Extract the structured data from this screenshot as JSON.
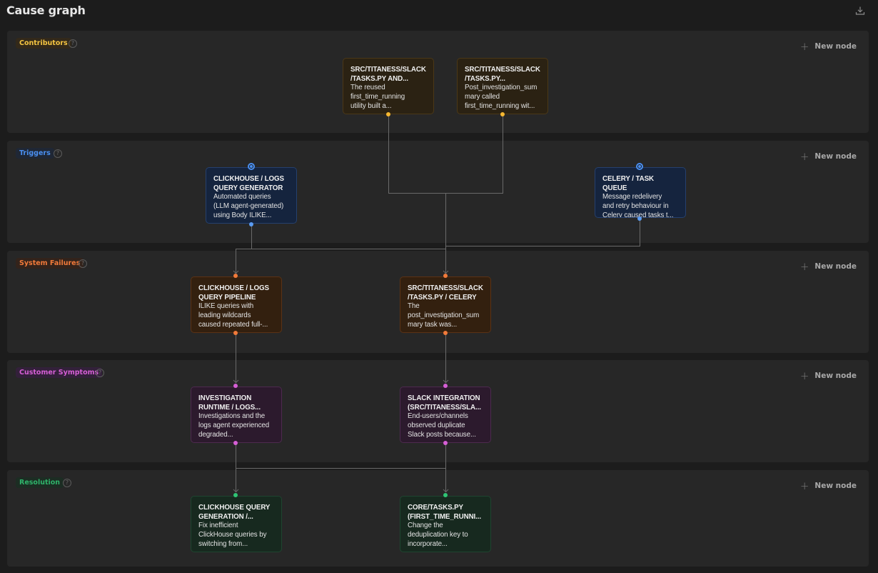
{
  "header": {
    "title": "Cause graph",
    "download_icon": "download-icon"
  },
  "colors": {
    "contributors": "#f5c542",
    "triggers": "#4a8ff0",
    "system_failures": "#f27a3a",
    "customer_symptoms": "#d65fd6",
    "resolution": "#2fb36a"
  },
  "lanes": [
    {
      "label": "Contributors",
      "new_node_label": "New node",
      "nodes": [
        {
          "title_l1": "SRC/TITANESS/SLACK",
          "title_l2": "/TASKS.PY AND...",
          "desc_l1": "The reused",
          "desc_l2": "first_time_running",
          "desc_l3": "utility built a..."
        },
        {
          "title_l1": "SRC/TITANESS/SLACK",
          "title_l2": "/TASKS.PY...",
          "desc_l1": "Post_investigation_sum",
          "desc_l2": "mary called",
          "desc_l3": "first_time_running wit..."
        }
      ]
    },
    {
      "label": "Triggers",
      "new_node_label": "New node",
      "nodes": [
        {
          "title_l1": "CLICKHOUSE / LOGS",
          "title_l2": "QUERY GENERATOR",
          "desc_l1": "Automated queries",
          "desc_l2": "(LLM agent-generated)",
          "desc_l3": "using Body ILIKE..."
        },
        {
          "title_l1": "CELERY / TASK QUEUE",
          "title_l2": "",
          "desc_l1": "Message redelivery",
          "desc_l2": "and retry behaviour in",
          "desc_l3": "Celery caused tasks t..."
        }
      ]
    },
    {
      "label": "System Failures",
      "new_node_label": "New node",
      "nodes": [
        {
          "title_l1": "CLICKHOUSE / LOGS",
          "title_l2": "QUERY PIPELINE",
          "desc_l1": "ILIKE queries with",
          "desc_l2": "leading wildcards",
          "desc_l3": "caused repeated full-..."
        },
        {
          "title_l1": "SRC/TITANESS/SLACK",
          "title_l2": "/TASKS.PY / CELERY",
          "desc_l1": "The",
          "desc_l2": "post_investigation_sum",
          "desc_l3": "mary task was..."
        }
      ]
    },
    {
      "label": "Customer Symptoms",
      "new_node_label": "New node",
      "nodes": [
        {
          "title_l1": "INVESTIGATION",
          "title_l2": "RUNTIME / LOGS...",
          "desc_l1": "Investigations and the",
          "desc_l2": "logs agent experienced",
          "desc_l3": "degraded..."
        },
        {
          "title_l1": "SLACK INTEGRATION",
          "title_l2": "(SRC/TITANESS/SLA...",
          "desc_l1": "End-users/channels",
          "desc_l2": "observed duplicate",
          "desc_l3": "Slack posts because..."
        }
      ]
    },
    {
      "label": "Resolution",
      "new_node_label": "New node",
      "nodes": [
        {
          "title_l1": "CLICKHOUSE QUERY",
          "title_l2": "GENERATION /...",
          "desc_l1": "Fix inefficient",
          "desc_l2": "ClickHouse queries by",
          "desc_l3": "switching from..."
        },
        {
          "title_l1": "CORE/TASKS.PY",
          "title_l2": "(FIRST_TIME_RUNNI...",
          "desc_l1": "Change the",
          "desc_l2": "deduplication key to",
          "desc_l3": "incorporate..."
        }
      ]
    }
  ]
}
